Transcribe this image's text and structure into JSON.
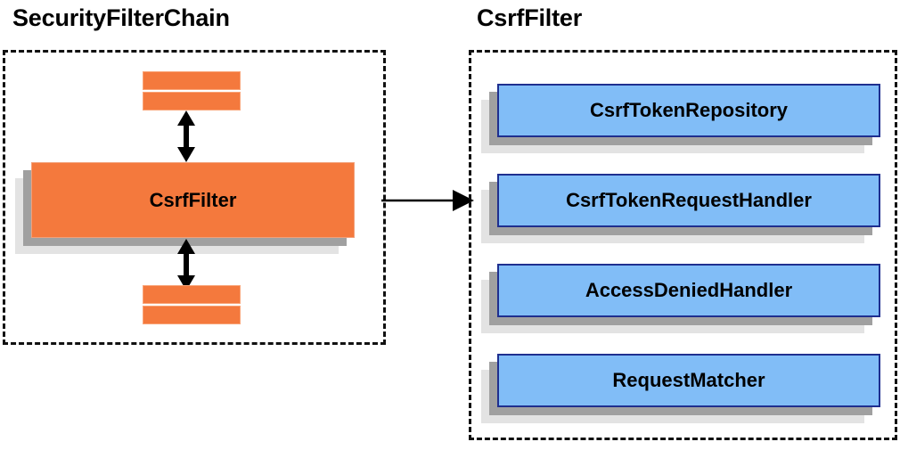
{
  "diagram": {
    "title_left": "SecurityFilterChain",
    "title_right": "CsrfFilter",
    "left_panel": {
      "main_box_label": "CsrfFilter",
      "top_bars": [
        "filter-bar-top-1",
        "filter-bar-top-2"
      ],
      "bottom_bars": [
        "filter-bar-bottom-1",
        "filter-bar-bottom-2"
      ],
      "arrow_up_label": "bidirectional-arrow-up",
      "arrow_down_label": "bidirectional-arrow-down"
    },
    "right_panel": {
      "components": [
        {
          "label": "CsrfTokenRepository"
        },
        {
          "label": "CsrfTokenRequestHandler"
        },
        {
          "label": "AccessDeniedHandler"
        },
        {
          "label": "RequestMatcher"
        }
      ]
    },
    "connector": {
      "label": "expands-to-arrow"
    },
    "colors": {
      "orange": "#f4793d",
      "orange_border": "#f2a07a",
      "blue": "#81bdf7",
      "blue_border": "#1f2f8f",
      "shadow_near": "#a0a0a0",
      "shadow_far": "#e3e3e3",
      "outline": "#111111",
      "text": "#000000",
      "background": "#ffffff"
    }
  }
}
